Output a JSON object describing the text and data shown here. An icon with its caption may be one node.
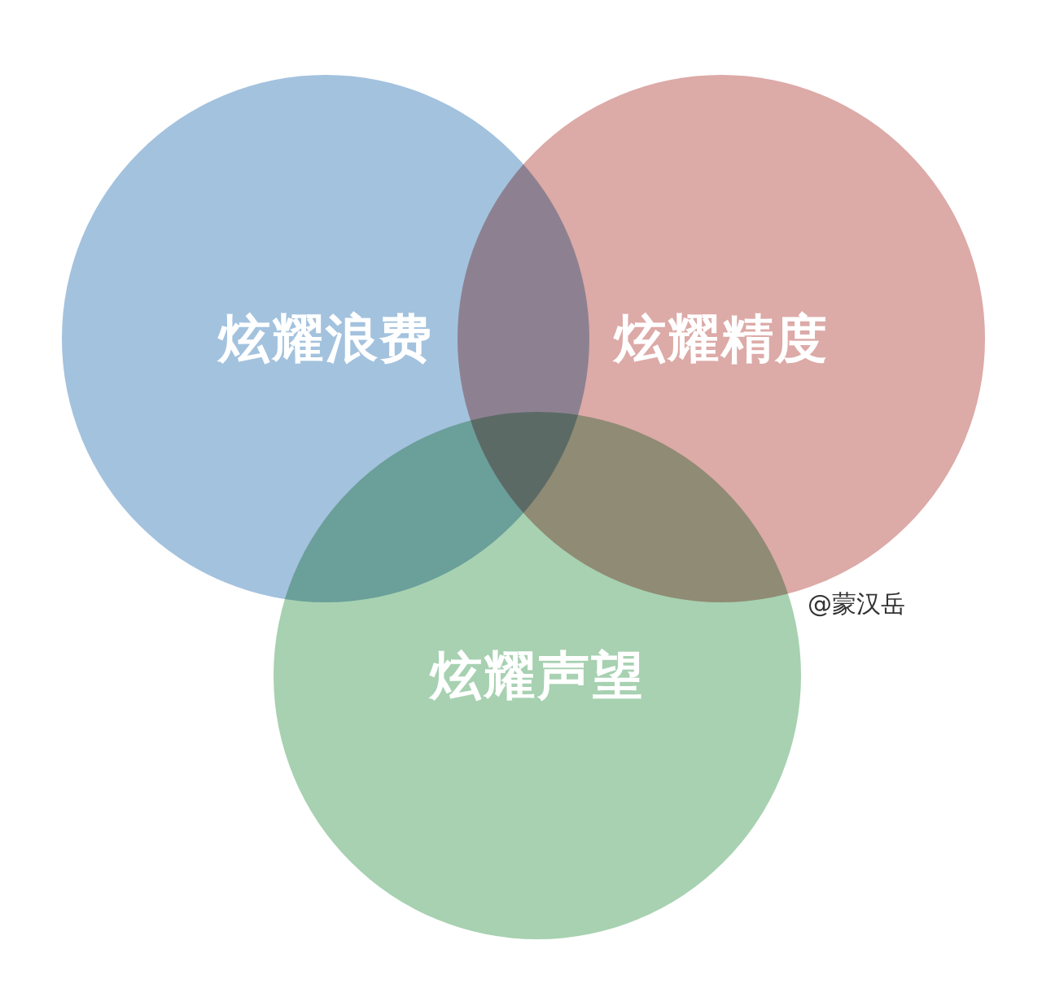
{
  "diagram": {
    "nodes": [
      {
        "text": [
          "炫耀浪费"
        ]
      },
      {
        "text": [
          "炫耀精度"
        ]
      },
      {
        "text": [
          "炫耀声望"
        ]
      }
    ],
    "labels": [
      "@蒙汉岳"
    ]
  }
}
